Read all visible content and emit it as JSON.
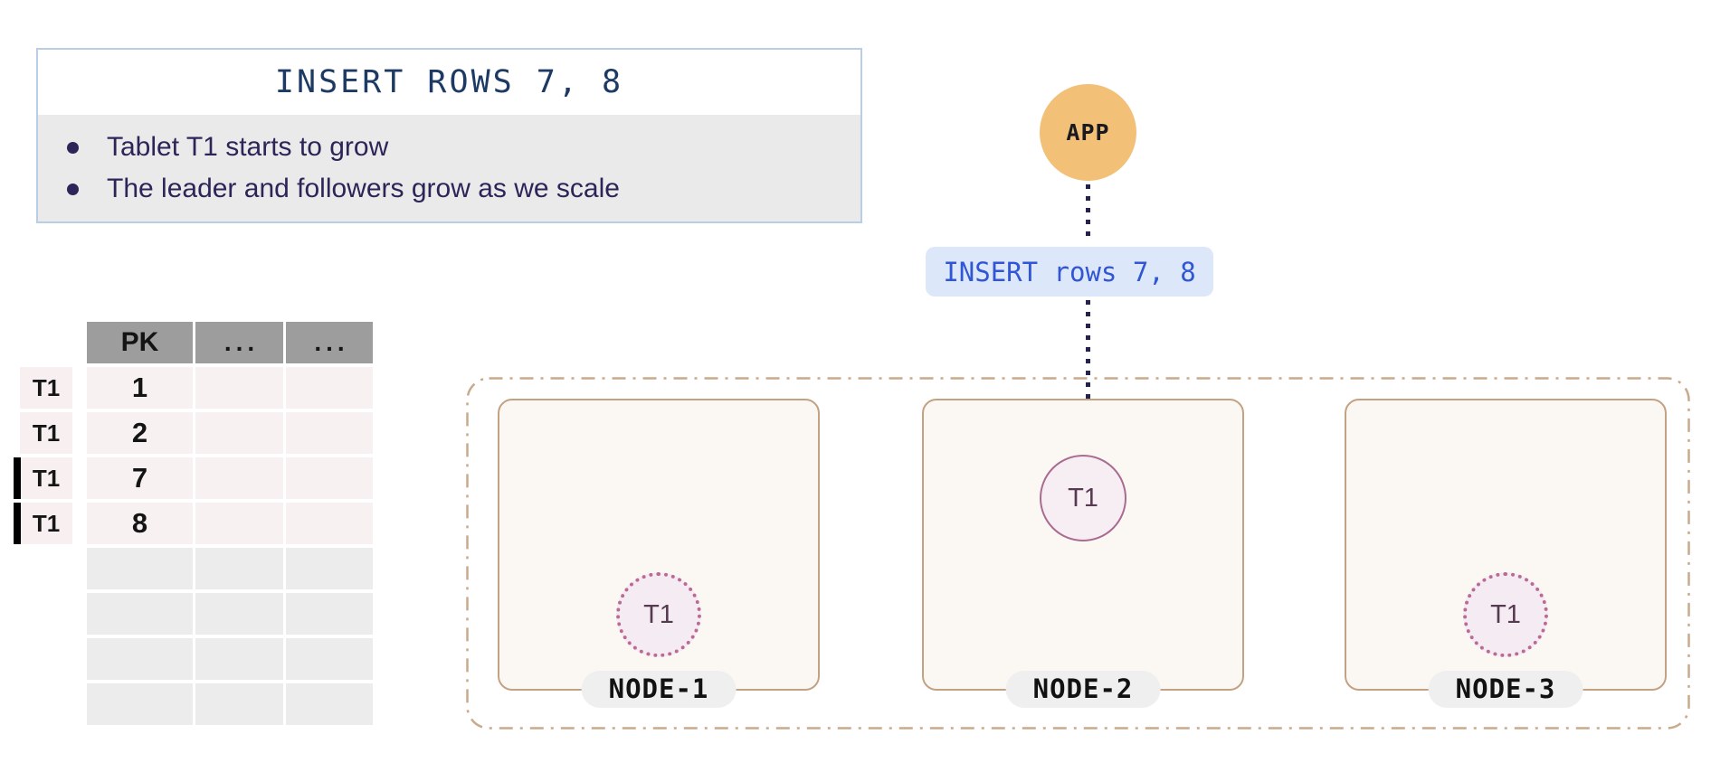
{
  "info_box": {
    "title": "INSERT ROWS 7, 8",
    "bullets": [
      "Tablet T1 starts to grow",
      "The leader and followers grow as we scale"
    ]
  },
  "app": {
    "label": "APP"
  },
  "request": {
    "label": "INSERT rows 7, 8"
  },
  "table": {
    "headers": [
      "PK",
      "...",
      "..."
    ],
    "rows": [
      {
        "tablet": "T1",
        "pk": "1",
        "inserted": false
      },
      {
        "tablet": "T1",
        "pk": "2",
        "inserted": false
      },
      {
        "tablet": "T1",
        "pk": "7",
        "inserted": true
      },
      {
        "tablet": "T1",
        "pk": "8",
        "inserted": true
      }
    ],
    "empty_rows": 4
  },
  "cluster": {
    "nodes": [
      {
        "name": "NODE-1",
        "tablet": {
          "label": "T1",
          "role": "follower"
        }
      },
      {
        "name": "NODE-2",
        "tablet": {
          "label": "T1",
          "role": "leader"
        }
      },
      {
        "name": "NODE-3",
        "tablet": {
          "label": "T1",
          "role": "follower"
        }
      }
    ]
  },
  "colors": {
    "app_fill": "#f2c077",
    "request_bg": "#dde7fa",
    "request_text": "#3156d3",
    "title_text": "#1c3a64",
    "bullet_text": "#2d2558",
    "arrow": "#262250",
    "info_border": "#b9cde7",
    "cluster_border": "#c9aa8c",
    "node_border": "#c3a284",
    "node_fill": "#fbf8f4",
    "tablet_leader_border": "#a96c90",
    "tablet_follower_border": "#bb6995",
    "tablet_fill": "#f5edf2",
    "table_header_bg": "#9d9d9d",
    "table_row_bg": "#f8f1f2",
    "table_empty_bg": "#ececec",
    "insert_marker": "#000000"
  }
}
